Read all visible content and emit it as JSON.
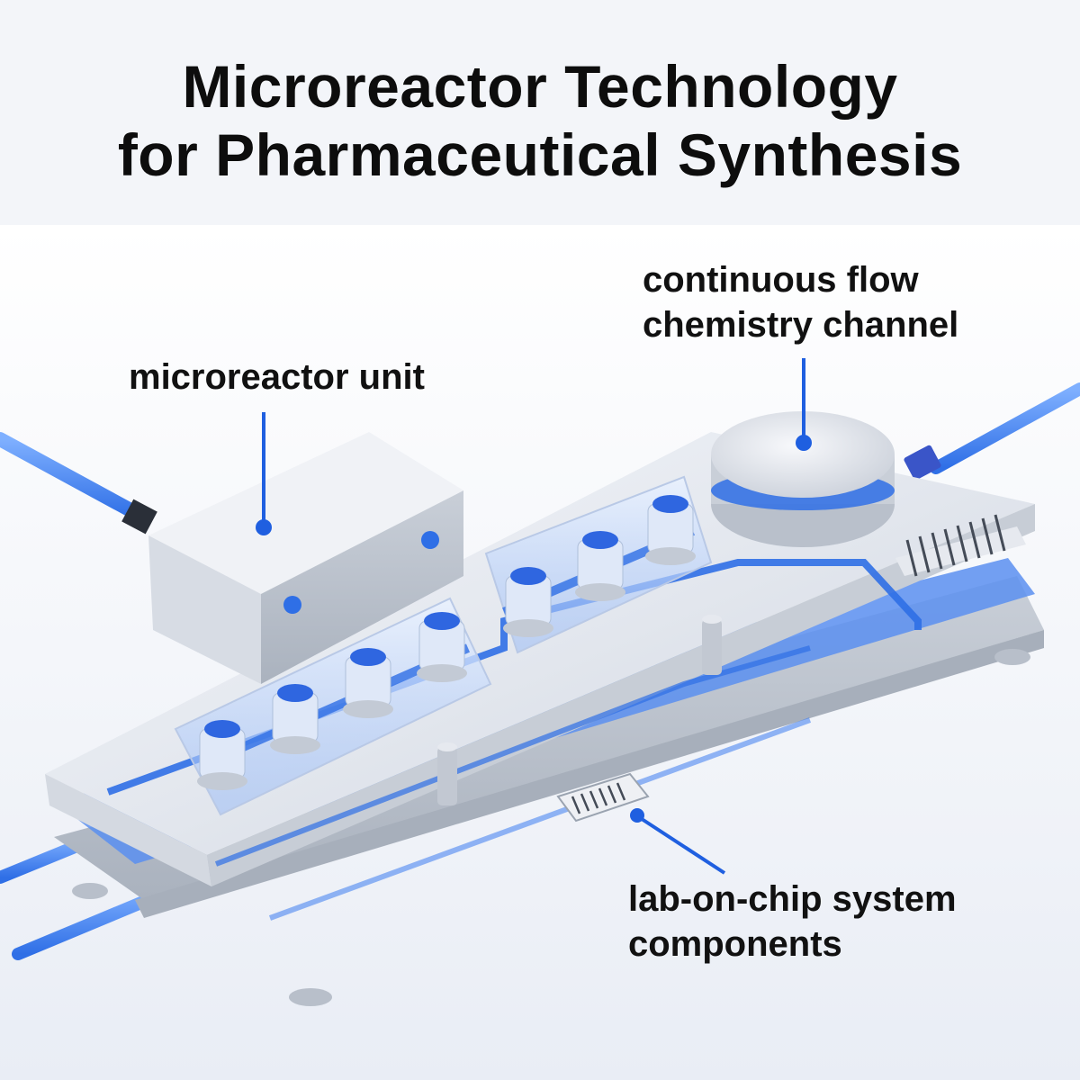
{
  "title": {
    "line1": "Microreactor Technology",
    "line2": "for Pharmaceutical Synthesis"
  },
  "labels": {
    "microreactor_unit": "microreactor unit",
    "flow_channel": {
      "line1": "continuous flow",
      "line2": "chemistry channel"
    },
    "lab_on_chip": {
      "line1": "lab-on-chip system",
      "line2": "components"
    }
  },
  "colors": {
    "accent_blue": "#1f5fe0",
    "tube_blue": "#4f8ef0",
    "metal": "#dfe3ea",
    "text": "#111111"
  }
}
